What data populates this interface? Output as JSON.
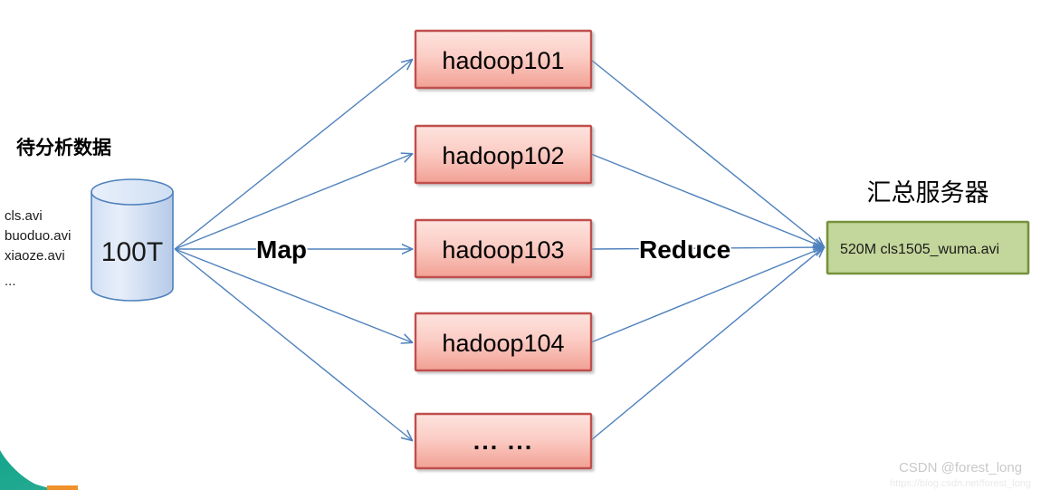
{
  "diagram": {
    "source": {
      "title": "待分析数据",
      "cylinder_label": "100T",
      "files": [
        "cls.avi",
        "buoduo.avi",
        "xiaoze.avi",
        "..."
      ]
    },
    "stages": {
      "map_label": "Map",
      "reduce_label": "Reduce"
    },
    "workers": [
      {
        "label": "hadoop101"
      },
      {
        "label": "hadoop102"
      },
      {
        "label": "hadoop103"
      },
      {
        "label": "hadoop104"
      },
      {
        "label": "... ..."
      }
    ],
    "destination": {
      "title": "汇总服务器",
      "result": "520M  cls1505_wuma.avi"
    },
    "watermark": {
      "main": "CSDN @forest_long",
      "sub": "https://blog.csdn.net/forest_long"
    },
    "colors": {
      "worker_fill_top": "#fde2dd",
      "worker_fill_bottom": "#f4a094",
      "worker_stroke": "#c0504d",
      "cylinder_fill_left": "#dce6f6",
      "cylinder_fill_right": "#b8cce9",
      "cylinder_stroke": "#4f81bd",
      "arrow": "#4f81bd",
      "server_fill": "#c3d69b",
      "server_stroke": "#76923c",
      "accent_teal": "#1aa08a",
      "accent_orange": "#f0922b"
    }
  }
}
